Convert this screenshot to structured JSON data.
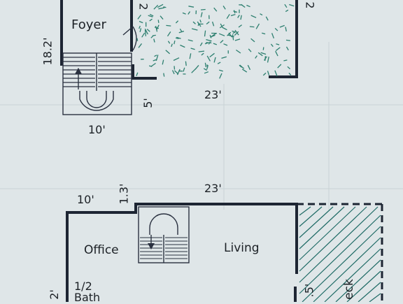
{
  "upper_floor": {
    "room_foyer": "Foyer",
    "dim_left": "18.2'",
    "dim_top_a": "2",
    "dim_top_b": "2",
    "dim_bottom_width": "10'",
    "dim_right_width": "23'",
    "dim_short": "5'"
  },
  "lower_floor": {
    "room_office": "Office",
    "room_living": "Living",
    "room_bath_line1": "1/2",
    "room_bath_line2": "Bath",
    "room_deck": "eck",
    "dim_office_width": "10'",
    "dim_offset": "1.3'",
    "dim_living_width": "23'",
    "dim_left_edge": "2'",
    "dim_deck_edge": ".5'"
  },
  "colors": {
    "background": "#dfe6e8",
    "wall": "#1d2533",
    "hatch": "#1f6b66",
    "dash_fill": "#2d7f6f"
  }
}
